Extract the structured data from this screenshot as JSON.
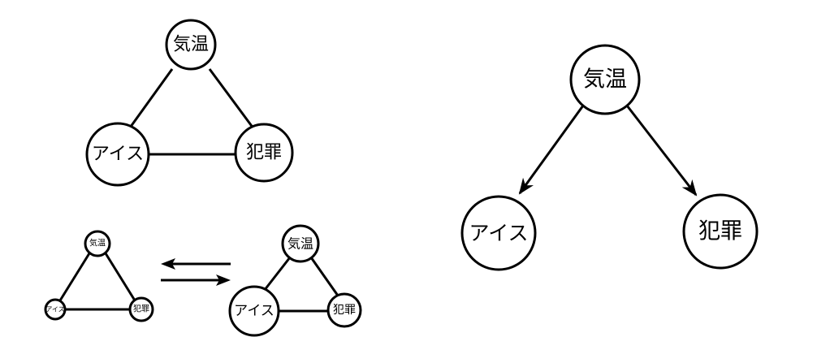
{
  "diagram": {
    "nodes": {
      "temperature": "気温",
      "ice": "アイス",
      "crime": "犯罪"
    }
  }
}
